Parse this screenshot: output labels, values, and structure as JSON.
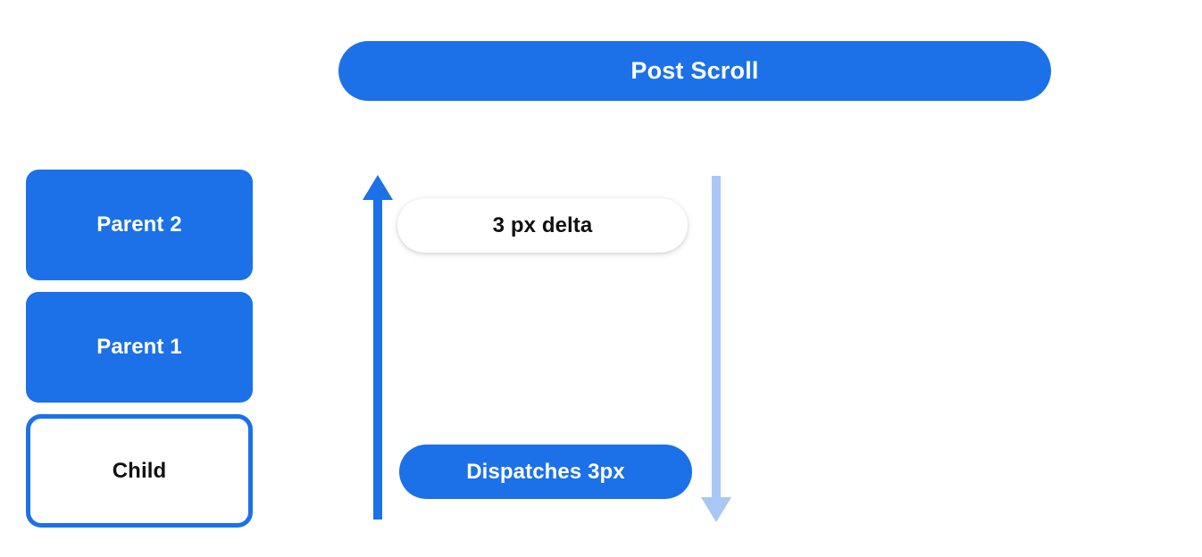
{
  "header": {
    "title": "Post Scroll",
    "bg_color": "#1c71e8",
    "text_color": "#ffffff"
  },
  "boxes": [
    {
      "label": "Parent 2",
      "style": "filled",
      "fill": "#1c71e8",
      "text_color": "#ffffff"
    },
    {
      "label": "Parent 1",
      "style": "filled",
      "fill": "#1c71e8",
      "text_color": "#ffffff"
    },
    {
      "label": "Child",
      "style": "outlined",
      "fill": "#ffffff",
      "text_color": "#111111",
      "border_color": "#1c71e8"
    }
  ],
  "pills": {
    "delta": {
      "label": "3 px delta",
      "fill": "#ffffff",
      "text_color": "#101010"
    },
    "dispatch": {
      "label": "Dispatches 3px",
      "fill": "#1c71e8",
      "text_color": "#ffffff"
    }
  },
  "arrows": {
    "up": {
      "name": "scroll-up-arrow",
      "color": "#1c71e8",
      "direction": "up"
    },
    "down": {
      "name": "scroll-down-arrow",
      "color": "#a8c7f5",
      "direction": "down"
    }
  }
}
